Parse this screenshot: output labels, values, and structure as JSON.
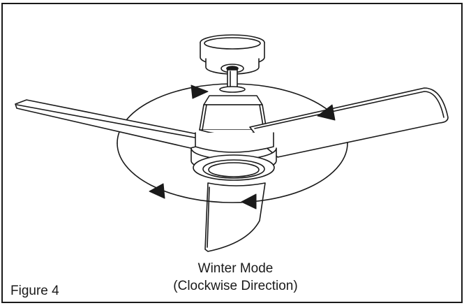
{
  "figure": {
    "label": "Figure 4",
    "caption_line1": "Winter Mode",
    "caption_line2": "(Clockwise Direction)"
  },
  "colors": {
    "line": "#1a1a1a",
    "background": "#ffffff"
  }
}
